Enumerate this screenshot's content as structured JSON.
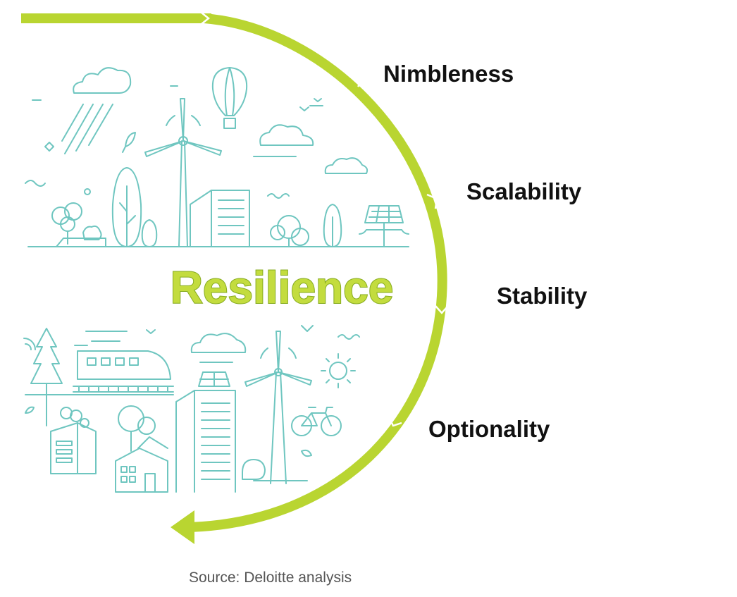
{
  "title": "Resilience",
  "pillars": [
    {
      "label": "Nimbleness"
    },
    {
      "label": "Scalability"
    },
    {
      "label": "Stability"
    },
    {
      "label": "Optionality"
    }
  ],
  "source": "Source: Deloitte analysis",
  "colors": {
    "arc": "#b9d531",
    "arc_dark": "#a2c11f",
    "title_fill": "#c3dc3e",
    "title_outline": "#86ab1f",
    "line_art": "#6fc6c0",
    "text": "#111111",
    "source_text": "#555555"
  },
  "icons": [
    "cloud-icon",
    "rain-icon",
    "hot-air-balloon-icon",
    "wind-turbine-icon",
    "tree-icon",
    "building-icon",
    "solar-panel-icon",
    "train-icon",
    "sun-icon",
    "bicycle-icon",
    "house-icon",
    "bird-icon"
  ]
}
